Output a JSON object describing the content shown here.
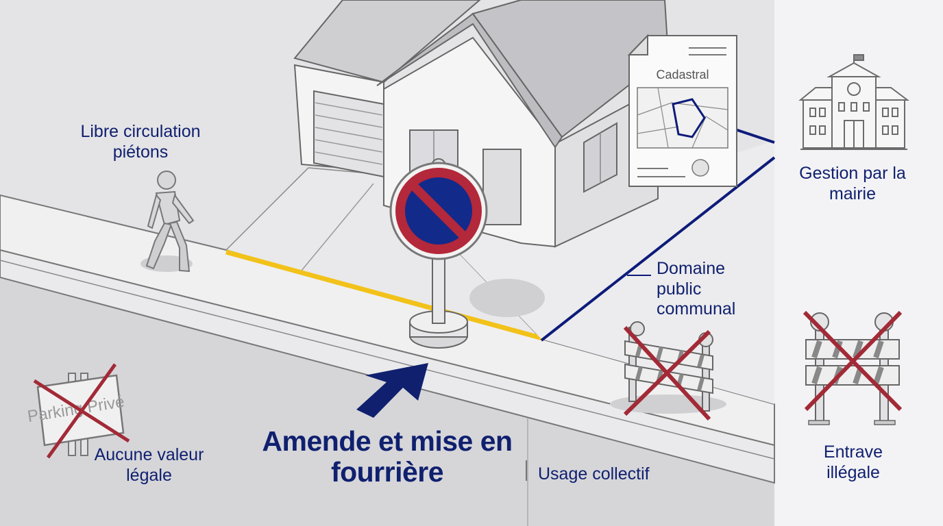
{
  "labels": {
    "pedestrian": "Libre circulation piétons",
    "town_hall": "Gestion par la mairie",
    "public_domain": "Domaine public communal",
    "fine": "Amende et mise en fourrière",
    "collective_use": "Usage collectif",
    "no_legal_value": "Aucune valeur légale",
    "illegal_obstruction": "Entrave illégale",
    "cadastral": "Cadastral",
    "private_parking_sign": "Parking Privé"
  },
  "colors": {
    "text_navy": "#10206f",
    "boundary_line": "#0d1b7a",
    "curb_yellow": "#f2c21a",
    "sign_red": "#b3283a",
    "sign_blue": "#122a8a",
    "cross_red": "#a22a36"
  },
  "icons": {
    "sign": "no-parking-sign-icon",
    "arrow": "arrow-icon",
    "document": "cadastral-document-icon",
    "building": "town-hall-icon",
    "barrier": "barrier-icon",
    "person": "pedestrian-icon"
  }
}
